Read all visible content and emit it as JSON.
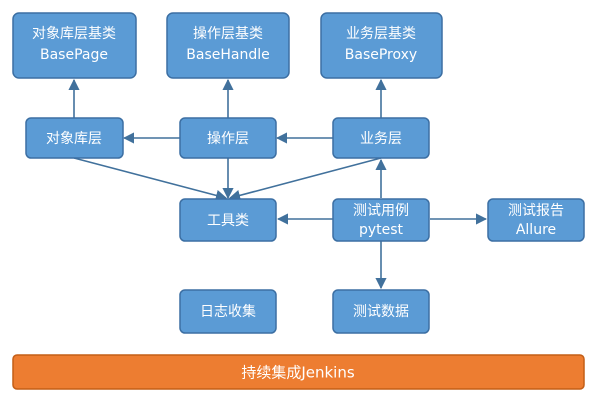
{
  "colors": {
    "box_fill": "#5b9bd5",
    "box_border": "#3c6fa3",
    "arrow": "#41719c",
    "bar_fill": "#ed7d31",
    "text": "#ffffff"
  },
  "nodes": {
    "object_base": {
      "line1": "对象库层基类",
      "line2": "BasePage"
    },
    "operation_base": {
      "line1": "操作层基类",
      "line2": "BaseHandle"
    },
    "business_base": {
      "line1": "业务层基类",
      "line2": "BaseProxy"
    },
    "object_layer": {
      "label": "对象库层"
    },
    "operation_layer": {
      "label": "操作层"
    },
    "business_layer": {
      "label": "业务层"
    },
    "tools": {
      "label": "工具类"
    },
    "test_cases": {
      "line1": "测试用例",
      "line2": "pytest"
    },
    "test_report": {
      "line1": "测试报告",
      "line2": "Allure"
    },
    "log_collection": {
      "label": "日志收集"
    },
    "test_data": {
      "label": "测试数据"
    }
  },
  "edges": [
    {
      "from": "object_layer",
      "to": "object_base"
    },
    {
      "from": "operation_layer",
      "to": "operation_base"
    },
    {
      "from": "business_layer",
      "to": "business_base"
    },
    {
      "from": "operation_layer",
      "to": "object_layer"
    },
    {
      "from": "business_layer",
      "to": "operation_layer"
    },
    {
      "from": "object_layer",
      "to": "tools"
    },
    {
      "from": "operation_layer",
      "to": "tools"
    },
    {
      "from": "business_layer",
      "to": "tools"
    },
    {
      "from": "test_cases",
      "to": "tools"
    },
    {
      "from": "test_cases",
      "to": "business_layer"
    },
    {
      "from": "test_cases",
      "to": "test_report"
    },
    {
      "from": "test_cases",
      "to": "test_data"
    }
  ],
  "footer": {
    "label": "持续集成Jenkins"
  }
}
